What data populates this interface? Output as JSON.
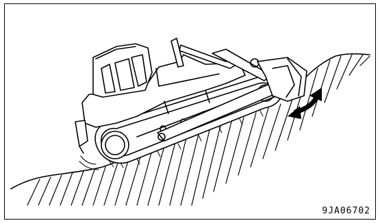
{
  "figure": {
    "id_label": "9JA06702"
  },
  "colors": {
    "line": "#000000",
    "background": "#ffffff"
  },
  "elements": {
    "machine": "bulldozer-illustration",
    "ground": "hatched-slope",
    "indicator": "double-headed-curved-arrow-icon"
  }
}
